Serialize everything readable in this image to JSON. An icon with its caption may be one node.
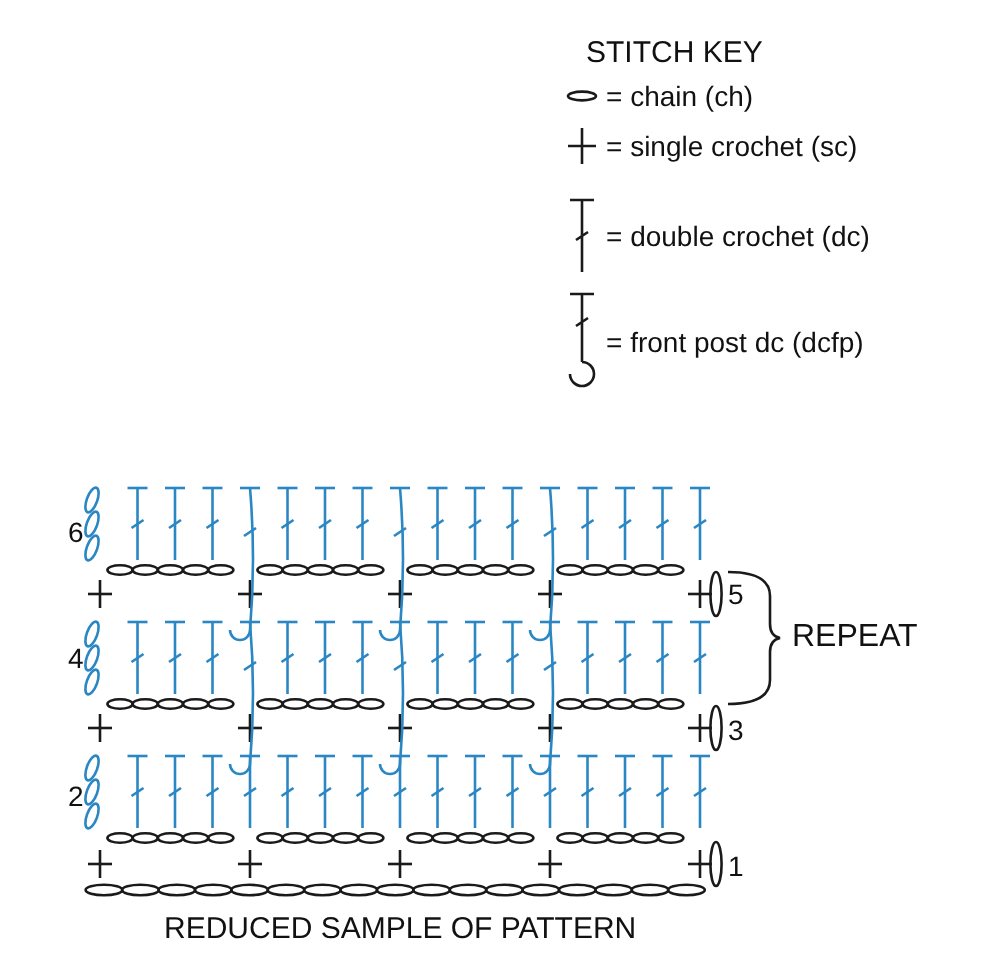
{
  "diagram": {
    "caption": "REDUCED SAMPLE OF PATTERN",
    "labels": [
      "STITCH KEY",
      "6",
      "5",
      "REPEAT",
      "4",
      "3",
      "2",
      "1"
    ],
    "legend": [
      {
        "text": "= chain (ch)"
      },
      {
        "text": "= single crochet (sc)"
      },
      {
        "text": "= double crochet (dc)"
      },
      {
        "text": "= front post dc (dcfp)"
      }
    ]
  }
}
